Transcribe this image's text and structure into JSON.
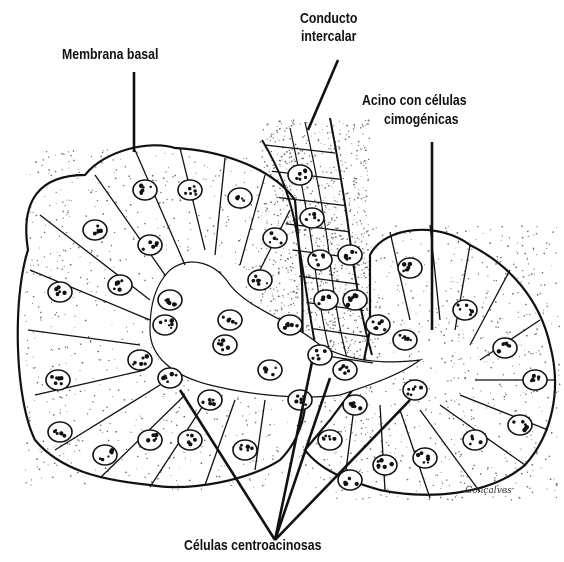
{
  "labels": {
    "membrana_basal": "Membrana basal",
    "conducto_line1": "Conducto",
    "conducto_line2": "intercalar",
    "acino_line1": "Acino con células",
    "acino_line2": "cimogénicas",
    "centroacinosas": "Células centroacinosas"
  },
  "signature": "Gonçalves",
  "colors": {
    "ink": "#111111",
    "stipple": "#6a6a6a",
    "paper": "#ffffff"
  }
}
